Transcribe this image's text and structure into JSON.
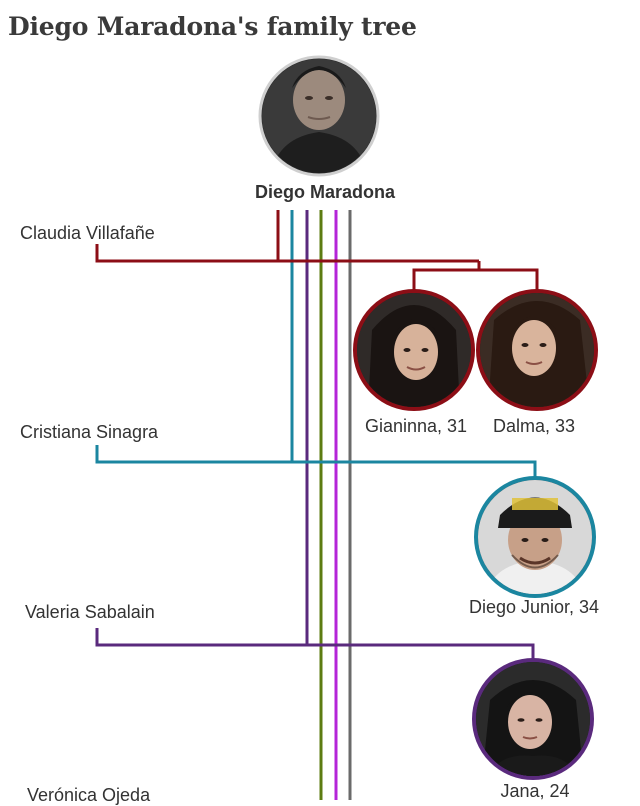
{
  "title": "Diego Maradona's family tree",
  "root": {
    "name": "Diego Maradona",
    "photo": "portrait-diego-maradona",
    "ring_color": "#cfcfcf"
  },
  "partners": [
    {
      "name": "Claudia Villafañe",
      "color": "#8c0e16"
    },
    {
      "name": "Cristiana Sinagra",
      "color": "#1b86a0"
    },
    {
      "name": "Valeria Sabalain",
      "color": "#5a2a7d"
    },
    {
      "name": "Verónica Ojeda",
      "color": "#5c7c12"
    }
  ],
  "extra_line_colors": [
    "#b425d8",
    "#6a6a6a"
  ],
  "children": [
    {
      "label": "Gianinna, 31",
      "photo": "portrait-gianinna",
      "ring_color": "#8c0e16"
    },
    {
      "label": "Dalma, 33",
      "photo": "portrait-dalma",
      "ring_color": "#8c0e16"
    },
    {
      "label": "Diego Junior, 34",
      "photo": "portrait-diego-junior",
      "ring_color": "#1b86a0"
    },
    {
      "label": "Jana, 24",
      "photo": "portrait-jana",
      "ring_color": "#5a2a7d"
    }
  ]
}
